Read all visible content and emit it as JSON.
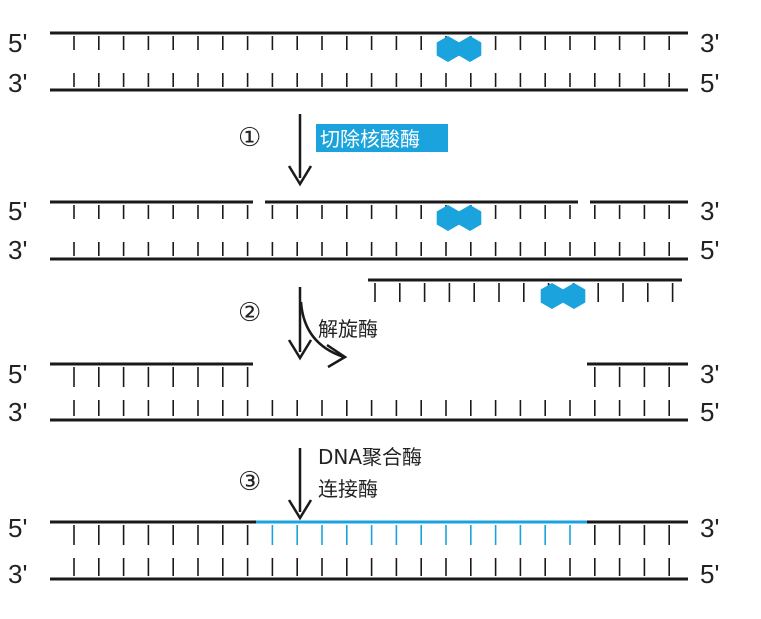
{
  "colors": {
    "strand": "#1a1a1a",
    "new_strand": "#1aa3dc",
    "damage": "#1aa3dc",
    "highlight_bg": "#1aa3dc"
  },
  "icons": {
    "damage_marker": "thymine-dimer-hexagons-icon",
    "step_arrow": "down-arrow-icon",
    "curved_arrow": "curved-arrow-icon"
  },
  "rows": [
    {
      "id": "row1",
      "top_left": "5'",
      "top_right": "3'",
      "bottom_left": "3'",
      "bottom_right": "5'"
    },
    {
      "id": "row2",
      "top_left": "5'",
      "top_right": "3'",
      "bottom_left": "3'",
      "bottom_right": "5'"
    },
    {
      "id": "row3",
      "top_left": "5'",
      "top_right": "3'",
      "bottom_left": "3'",
      "bottom_right": "5'"
    },
    {
      "id": "row4",
      "top_left": "5'",
      "top_right": "3'",
      "bottom_left": "3'",
      "bottom_right": "5'"
    }
  ],
  "steps": [
    {
      "number": "①",
      "enzymes": [
        "切除核酸酶"
      ],
      "highlighted": true
    },
    {
      "number": "②",
      "enzymes": [
        "解旋酶"
      ],
      "highlighted": false
    },
    {
      "number": "③",
      "enzymes": [
        "DNA聚合酶",
        "连接酶"
      ],
      "highlighted": false
    }
  ]
}
